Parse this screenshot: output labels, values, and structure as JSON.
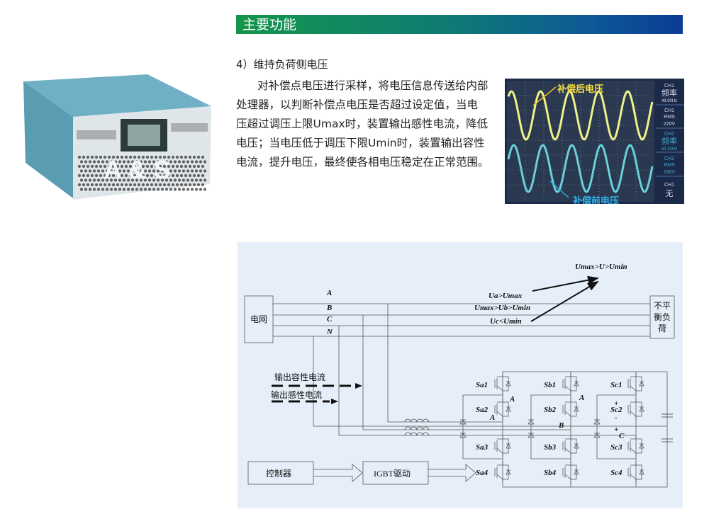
{
  "header": {
    "title": "主要功能"
  },
  "section": {
    "subtitle": "4）维持负荷侧电压",
    "paragraph_lines": [
      "对补偿点电压进行采样，将电压信息传送给内部",
      "处理器，以判断补偿点电压是否超过设定值，当电",
      "压超过调压上限Umax时，装置输出感性电流，降低",
      "电压；当电压低于调压下限Umin时，装置输出容性",
      "电流，提升电压，最终使各相电压稳定在正常范围。"
    ]
  },
  "product": {
    "logo": "A & S"
  },
  "scope": {
    "label_after": "补偿后电压",
    "label_before": "补偿前电压",
    "panel": [
      {
        "ch": "CH1",
        "name": "频率",
        "value": "49.90Hz"
      },
      {
        "ch": "CH1",
        "name": "RMS",
        "value": "220V"
      },
      {
        "ch": "CH2",
        "name": "频率",
        "value": "50.10Hz"
      },
      {
        "ch": "CH2",
        "name": "RMS",
        "value": "190V"
      },
      {
        "ch": "CH1",
        "name": "无",
        "value": ""
      }
    ]
  },
  "diagram": {
    "grid": "电网",
    "load": [
      "不平",
      "衡负",
      "荷"
    ],
    "phases": [
      "A",
      "B",
      "C",
      "N"
    ],
    "cond_top": "Umax>U>Umin",
    "cond_a": "Ua>Umax",
    "cond_b": "Umax>Ub>Umin",
    "cond_c": "Uc<Umin",
    "cap_current": "输出容性电流",
    "ind_current": "输出感性电流",
    "controller": "控制器",
    "driver": "IGBT驱动",
    "switches": [
      [
        "Sa1",
        "Sa2",
        "Sa3",
        "Sa4"
      ],
      [
        "Sb1",
        "Sb2",
        "Sb3",
        "Sb4"
      ],
      [
        "Sc1",
        "Sc2",
        "Sc3",
        "Sc4"
      ]
    ],
    "nodes": {
      "a1": "A",
      "a2": "A",
      "b1": "A",
      "b": "B",
      "c": "C",
      "plus1": "+",
      "minus": "-",
      "plus2": "+"
    }
  }
}
